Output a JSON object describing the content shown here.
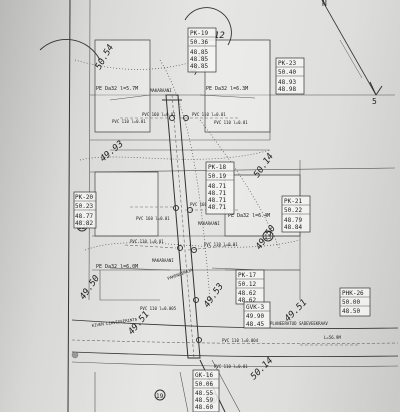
{
  "north_label": "N",
  "scale_label": "5",
  "pk_boxes": [
    {
      "id": "PK-19",
      "lines": [
        "50.36",
        "48.85",
        "48.85",
        "48.85"
      ]
    },
    {
      "id": "PK-23",
      "lines": [
        "50.40",
        "48.93",
        "48.98"
      ]
    },
    {
      "id": "PK-18",
      "lines": [
        "50.19",
        "48.71",
        "48.71",
        "48.71",
        "48.71"
      ]
    },
    {
      "id": "PK-21",
      "lines": [
        "50.22",
        "48.79",
        "48.84"
      ]
    },
    {
      "id": "PK-20",
      "lines": [
        "50.23",
        "48.77",
        "48.82"
      ]
    },
    {
      "id": "PK-17",
      "lines": [
        "50.12",
        "48.62",
        "48.62"
      ]
    },
    {
      "id": "PHK-26",
      "lines": [
        "50.00",
        "48.50"
      ]
    },
    {
      "id": "GVK-3",
      "lines": [
        "49.90",
        "48.45"
      ]
    },
    {
      "id": "GK-16",
      "lines": [
        "50.06",
        "48.55",
        "48.59",
        "48.60"
      ]
    }
  ],
  "pipe_labels": {
    "pe_tl": "PE Da32 l=5.7M",
    "pe_tr": "PE Da32 l=6.3M",
    "pe_mr": "PE Da32 l=6.4M",
    "pe_bl": "PE Da32 l=6.0M",
    "pvc1": "PVC 110 l=0.01",
    "pvc2": "PVC 160 l=0.01",
    "pvc3": "PVC 110 l=0.01",
    "pvc4": "PVC 110 l=0.01",
    "pvc5": "PVC 160 l=0.01",
    "pvc6": "PVC 160 l=0.01",
    "pvc7": "PVC 110 l=0.01",
    "pvc8": "PVC 110 l=0.005",
    "pvc9": "PVC 110 l=0.01",
    "pvc_road": "PVC 110 l=0.004",
    "pvc_gk": "PVC 110 l=0.01",
    "l_right": "L=56.9M"
  },
  "area_labels": {
    "makaraani_top": "MAKARAANI",
    "makaraani_mid": "MAKARAANI",
    "makaraani_bot": "MAKARAANI",
    "street": "KIVEN LIKVIDEERINTA",
    "right_note": "PLANEERATUD SADEVEEKRAAV",
    "pakend": "PAKENDIMAJA"
  },
  "contours": {
    "c1": "50.54",
    "c2": "50.5",
    "c3": "49.93",
    "c4": "50.14",
    "c5": "49.50",
    "c6": "49.50",
    "c7": "49.53",
    "c8": "50.14",
    "c9": "49.51",
    "c10": "49.51"
  },
  "markers": {
    "m1": "12",
    "m2": "12",
    "m3": "13",
    "m4": "19",
    "m5": "20"
  }
}
